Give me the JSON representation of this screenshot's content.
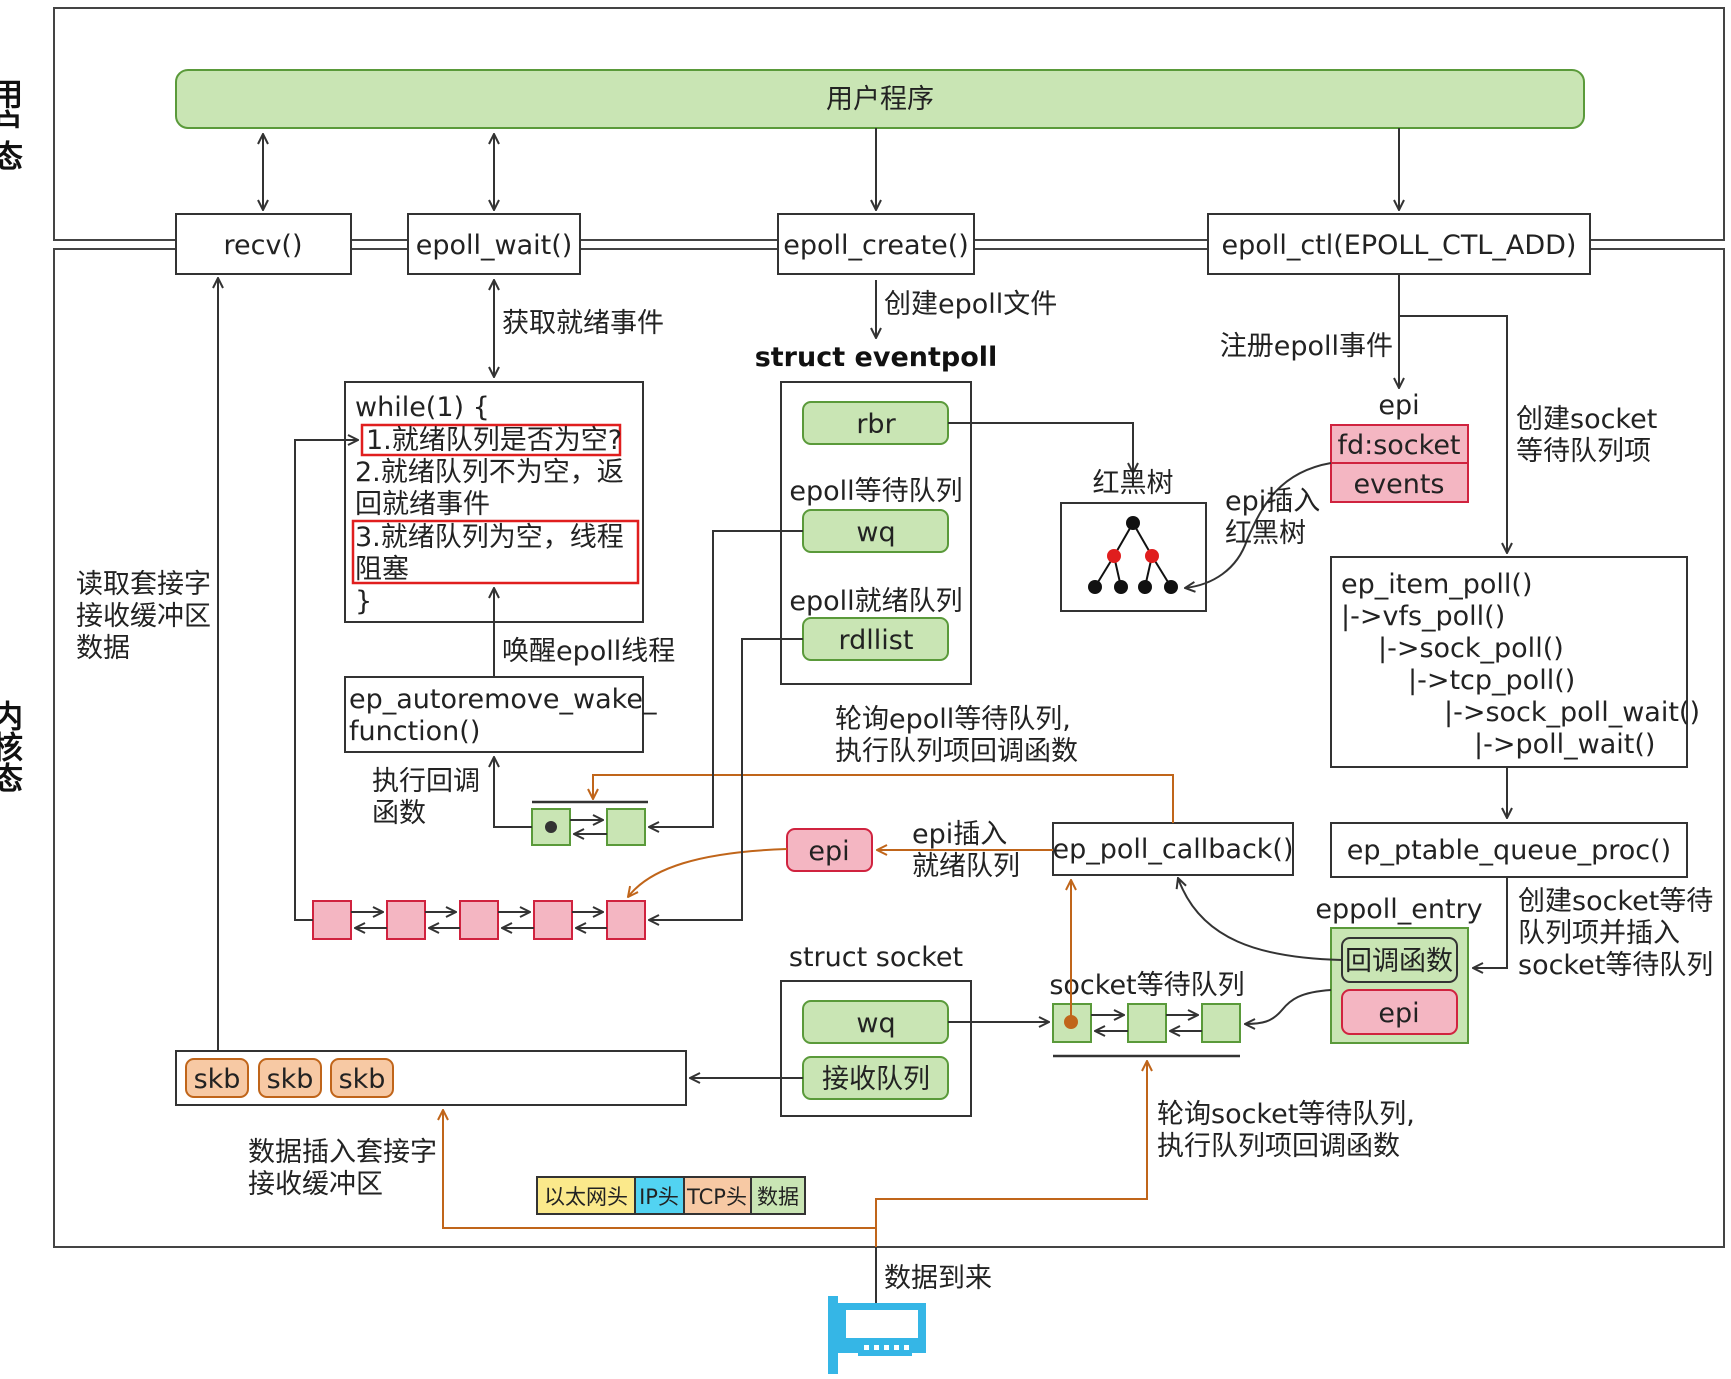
{
  "regions": {
    "user_mode": "用户态",
    "kernel_mode": "内核态"
  },
  "user_program": "用户程序",
  "syscalls": {
    "recv": "recv()",
    "epoll_wait": "epoll_wait()",
    "epoll_create": "epoll_create()",
    "epoll_ctl": "epoll_ctl(EPOLL_CTL_ADD)"
  },
  "edge_labels": {
    "get_ready_events": "获取就绪事件",
    "create_epoll_file": "创建epoll文件",
    "register_epoll_event": "注册epoll事件",
    "create_socket_wait_item": [
      "创建socket",
      "等待队列项"
    ],
    "read_socket_buffer": [
      "读取套接字",
      "接收缓冲区",
      "数据"
    ],
    "wake_epoll_thread": "唤醒epoll线程",
    "poll_epoll_wait_queue": [
      "轮询epoll等待队列,",
      "执行队列项回调函数"
    ],
    "exec_callback": [
      "执行回调",
      "函数"
    ],
    "epi_insert_ready": [
      "epi插入",
      "就绪队列"
    ],
    "epi_insert_rbtree": [
      "epi插入",
      "红黑树"
    ],
    "create_socket_wait_item_insert": [
      "创建socket等待",
      "队列项并插入",
      "socket等待队列"
    ],
    "data_insert_buffer": [
      "数据插入套接字",
      "接收缓冲区"
    ],
    "poll_socket_wait_queue": [
      "轮询socket等待队列,",
      "执行队列项回调函数"
    ],
    "data_arrive": "数据到来"
  },
  "while_loop": {
    "header": "while(1) {",
    "line1": "1.就绪队列是否为空?",
    "line2a": " 2.就绪队列不为空，返",
    "line2b": "回就绪事件",
    "line3a": " 3.就绪队列为空，线程",
    "line3b": "阻塞",
    "footer": "}"
  },
  "ep_autoremove": [
    "ep_autoremove_wake_",
    "function()"
  ],
  "eventpoll": {
    "title": "struct eventpoll",
    "rbr": "rbr",
    "wq_label": "epoll等待队列",
    "wq": "wq",
    "rdllist_label": "epoll就绪队列",
    "rdllist": "rdllist"
  },
  "rbtree_label": "红黑树",
  "epi_struct": {
    "title": "epi",
    "fd": "fd:socket",
    "events": "events"
  },
  "ep_item_poll": [
    "ep_item_poll()",
    "|->vfs_poll()",
    "|->sock_poll()",
    "|->tcp_poll()",
    "|->sock_poll_wait()",
    "|->poll_wait()"
  ],
  "ep_ptable_queue_proc": "ep_ptable_queue_proc()",
  "ep_poll_callback": "ep_poll_callback()",
  "epi_ready": "epi",
  "eppoll_entry": {
    "title": "eppoll_entry",
    "callback": "回调函数",
    "epi": "epi"
  },
  "struct_socket": {
    "title": "struct socket",
    "wq": "wq",
    "recv_queue": "接收队列"
  },
  "socket_wait_queue_label": "socket等待队列",
  "skb_items": [
    "skb",
    "skb",
    "skb"
  ],
  "packet": [
    "以太网头",
    "IP头",
    "TCP头",
    "数据"
  ],
  "colors": {
    "green_fill": "#c9e5b4",
    "green_stroke": "#5a9a3a",
    "pink_fill": "#f4b6c2",
    "pink_stroke": "#d0233f",
    "orange_fill": "#f7c9a4",
    "orange_stroke": "#c0651a",
    "orange_line": "#c0651a",
    "red_box": "#e01e1e",
    "yellow_fill": "#fbe98b",
    "cyan_fill": "#52d3f2",
    "nic_blue": "#35b6e6"
  }
}
